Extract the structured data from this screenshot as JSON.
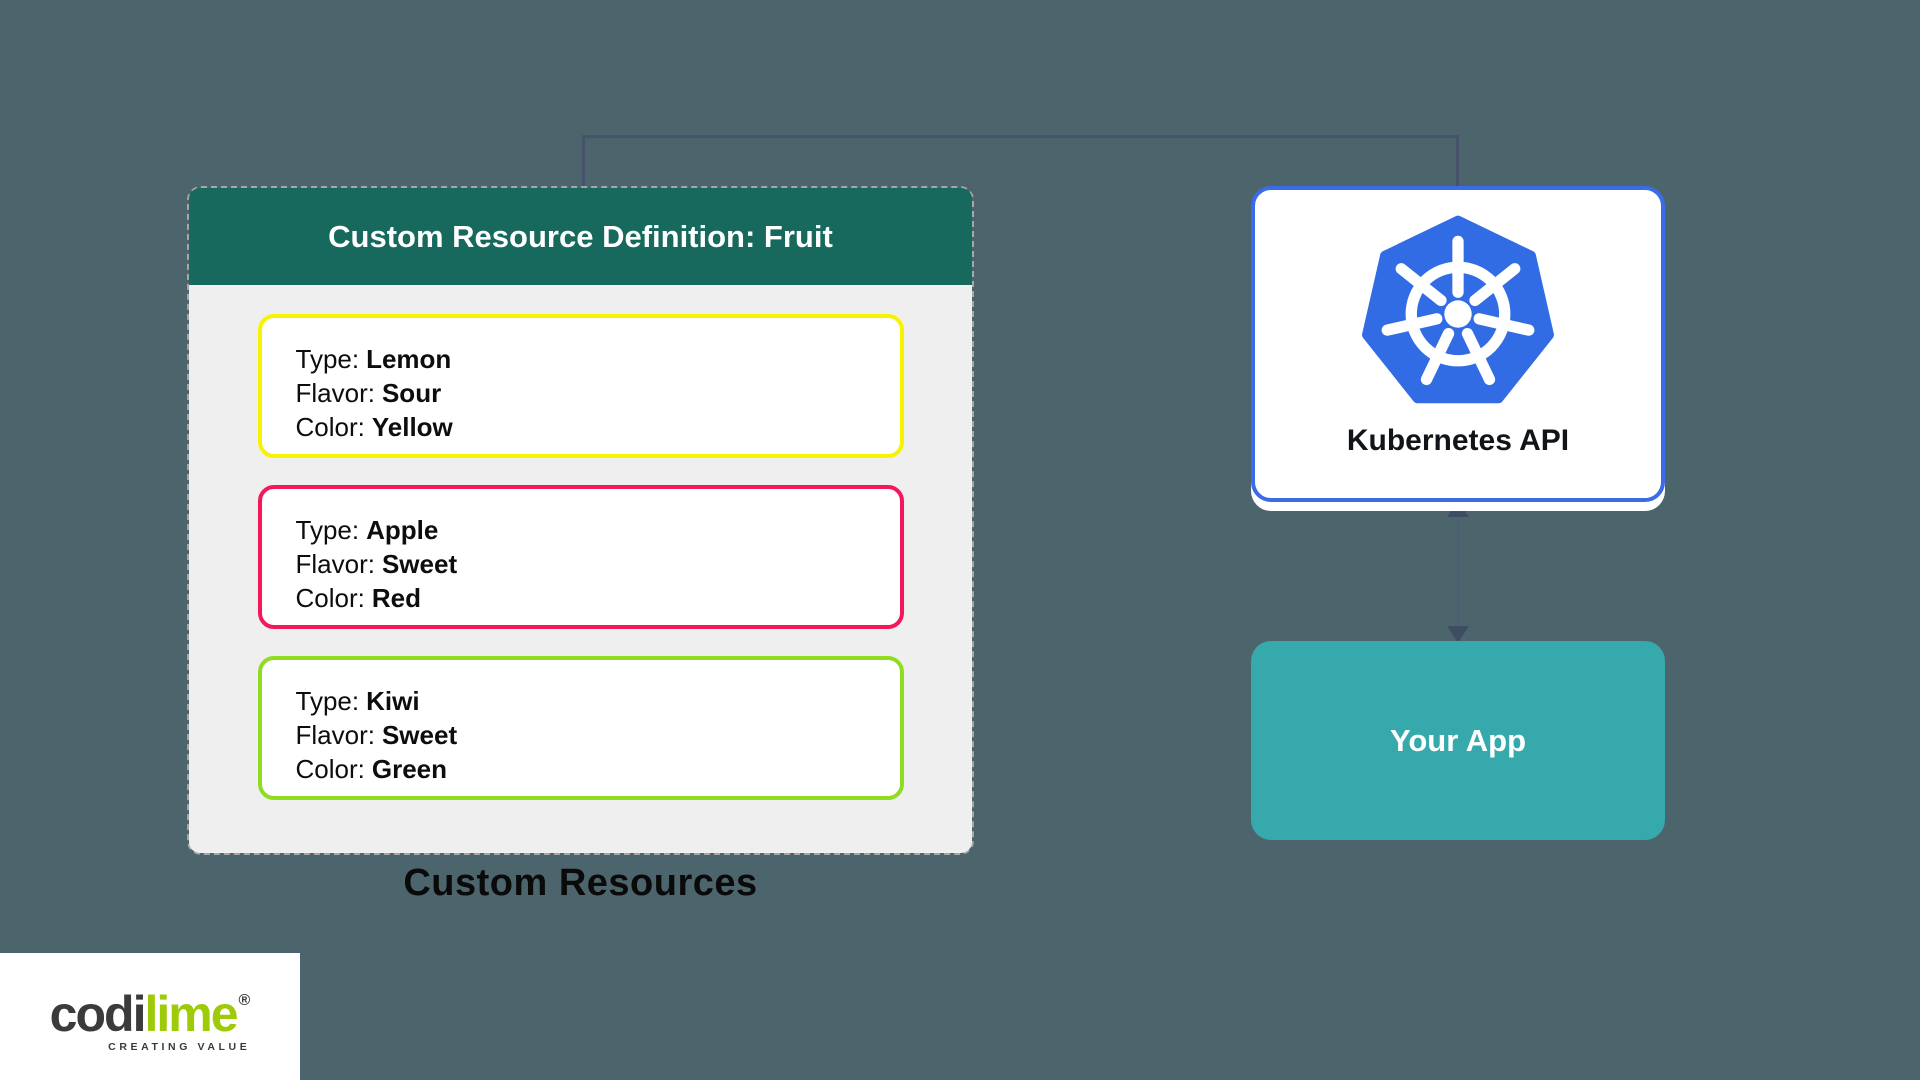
{
  "colors": {
    "background": "#4c656c",
    "connector": "#46536b",
    "crd_header_bg": "#17695d",
    "crd_body_bg": "#efeff0",
    "lemon_border": "#f7f200",
    "apple_border": "#f4175c",
    "kiwi_border": "#90dc21",
    "k8s_box_border": "#3b6ce8",
    "k8s_logo_blue": "#326ce5",
    "app_box_bg": "#35a9ac",
    "brand_lime_green": "#9ecb07"
  },
  "crd": {
    "title": "Custom Resource Definition: Fruit",
    "caption": "Custom Resources",
    "resources": [
      {
        "border_color": "#f7f200",
        "fields": [
          {
            "label": "Type:",
            "value": "Lemon"
          },
          {
            "label": "Flavor:",
            "value": "Sour"
          },
          {
            "label": "Color:",
            "value": "Yellow"
          }
        ]
      },
      {
        "border_color": "#f4175c",
        "fields": [
          {
            "label": "Type:",
            "value": "Apple"
          },
          {
            "label": "Flavor:",
            "value": "Sweet"
          },
          {
            "label": "Color:",
            "value": "Red"
          }
        ]
      },
      {
        "border_color": "#90dc21",
        "fields": [
          {
            "label": "Type:",
            "value": "Kiwi"
          },
          {
            "label": "Flavor:",
            "value": "Sweet"
          },
          {
            "label": "Color:",
            "value": "Green"
          }
        ]
      }
    ]
  },
  "kubernetes": {
    "label": "Kubernetes API"
  },
  "app": {
    "label": "Your App"
  },
  "brand": {
    "name_dark": "codi",
    "name_green": "lime",
    "registered": "®",
    "tagline": "CREATING VALUE"
  }
}
